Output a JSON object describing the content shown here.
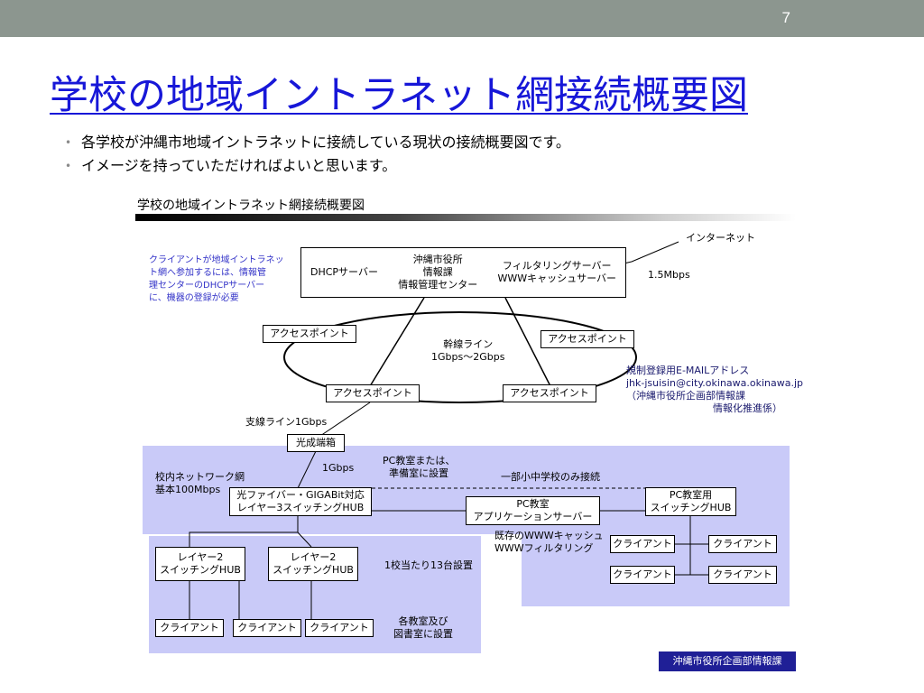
{
  "slide": {
    "page_number": "7",
    "title": "学校の地域イントラネット網接続概要図",
    "bullets": [
      "各学校が沖縄市地域イントラネットに接続している現状の接続概要図です。",
      "イメージを持っていただければよいと思います。"
    ]
  },
  "diagram": {
    "title": "学校の地域イントラネット網接続概要図",
    "internet_label": "インターネット",
    "bandwidth_label": "1.5Mbps",
    "client_note": [
      "クライアントが地域イントラネッ",
      "ト網へ参加するには、情報管",
      "理センターのDHCPサーバー",
      "に、機器の登録が必要"
    ],
    "center": {
      "dhcp": "DHCPサーバー",
      "city": [
        "沖縄市役所",
        "情報課",
        "情報管理センター"
      ],
      "filter": [
        "フィルタリングサーバー",
        "WWWキャッシュサーバー"
      ]
    },
    "access_point": "アクセスポイント",
    "backbone_label": [
      "幹線ライン",
      "1Gbps〜2Gbps"
    ],
    "registration_note": [
      "規制登録用E-MAILアドレス",
      "jhk-jsuisin@city.okinawa.okinawa.jp",
      "（沖縄市役所企画部情報課",
      "情報化推進係）"
    ],
    "branch_label": "支線ライン1Gbps",
    "optical_terminal": "光成端箱",
    "lan_label": [
      "校内ネットワーク網",
      "基本100Mbps"
    ],
    "lan_speed": "1Gbps",
    "pc_room_note": [
      "PC教室または、",
      "準備室に設置"
    ],
    "some_schools_note": "一部小中学校のみ接続",
    "main_switch": [
      "光ファイバー・GIGABit対応",
      "レイヤー3スイッチングHUB"
    ],
    "pc_app_server": [
      "PC教室",
      "アプリケーションサーバー"
    ],
    "pc_switch": [
      "PC教室用",
      "スイッチングHUB"
    ],
    "existing_note": [
      "既存のWWWキャッシュ",
      "WWWフィルタリング"
    ],
    "client": "クライアント",
    "layer2_switch": [
      "レイヤー2",
      "スイッチングHUB"
    ],
    "per_school_note": "1校当たり13台設置",
    "classroom_note": [
      "各教室及び",
      "図書室に設置"
    ],
    "footer": "沖縄市役所企画部情報課"
  }
}
